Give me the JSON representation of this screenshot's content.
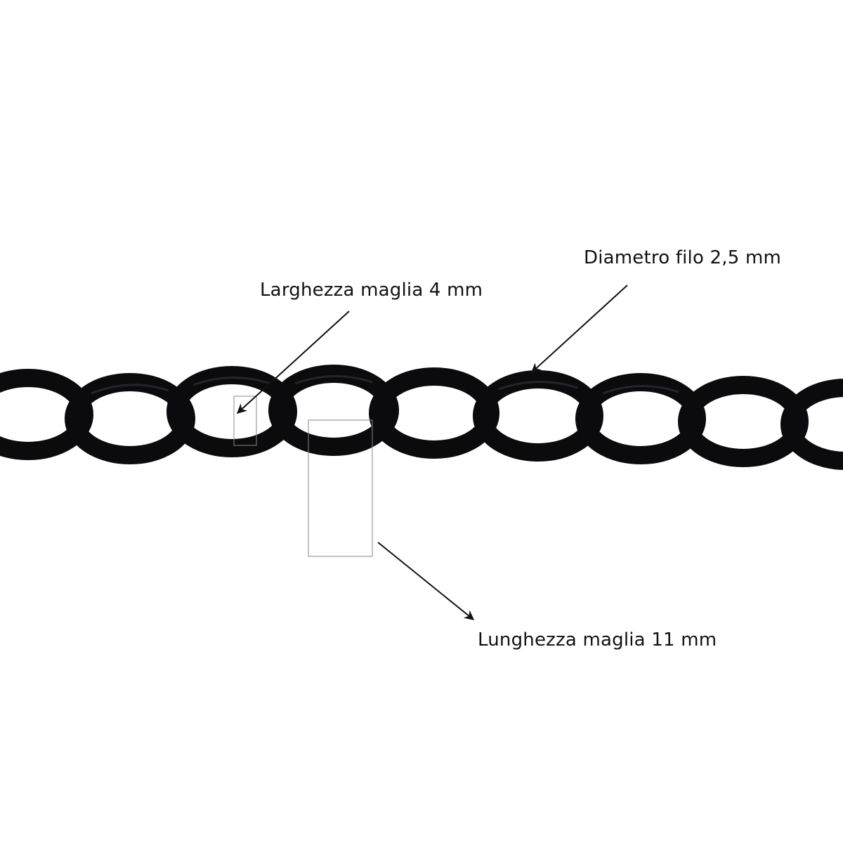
{
  "labels": {
    "wire_diameter": "Diametro filo 2,5 mm",
    "link_width": "Larghezza maglia 4 mm",
    "link_length": "Lunghezza maglia 11 mm"
  },
  "colors": {
    "chain": "#0b0b0d",
    "chain_highlight": "#2a2c33",
    "arrow": "#111111",
    "guide": "#8a8a8a",
    "background": "#ffffff"
  }
}
